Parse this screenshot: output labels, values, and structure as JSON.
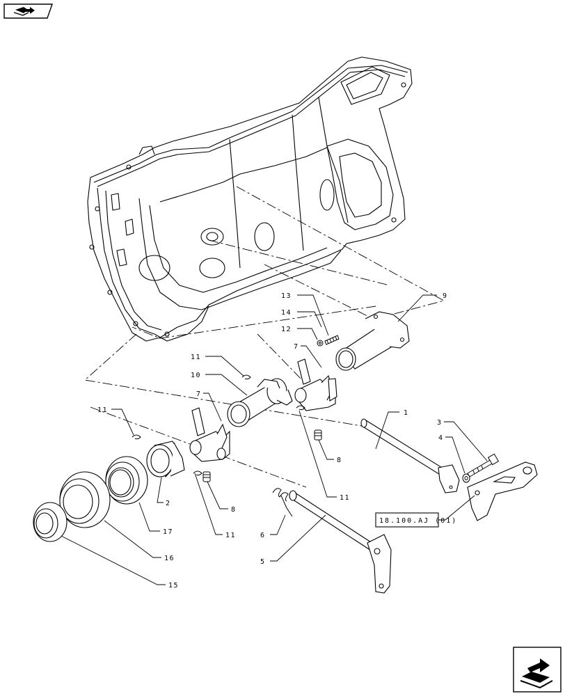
{
  "nav": {
    "prev_icon": "book-arrow-icon",
    "next_icon": "book-arrow-icon"
  },
  "callouts": {
    "c1": "1",
    "c2": "2",
    "c3": "3",
    "c4": "4",
    "c5": "5",
    "c6": "6",
    "c7a": "7",
    "c7b": "7",
    "c8a": "8",
    "c8b": "8",
    "c9": "9",
    "c10": "10",
    "c11a": "11",
    "c11b": "11",
    "c11c": "11",
    "c11d": "11",
    "c12": "12",
    "c13": "13",
    "c14": "14",
    "c15": "15",
    "c16": "16",
    "c17": "17"
  },
  "reference_box": {
    "label": "18.100.AJ (01)"
  }
}
